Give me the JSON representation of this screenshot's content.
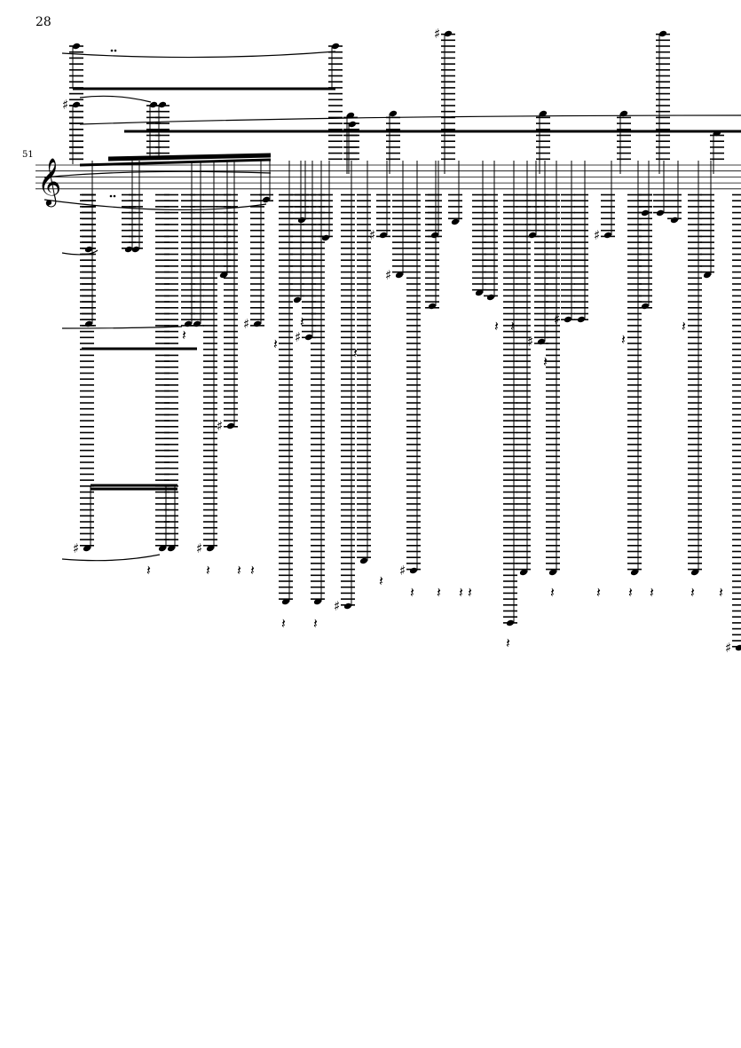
{
  "page": {
    "number": "28"
  },
  "system": {
    "measure_number": "51",
    "clef": "treble"
  },
  "colors": {
    "ink": "#000000",
    "paper": "#ffffff"
  }
}
